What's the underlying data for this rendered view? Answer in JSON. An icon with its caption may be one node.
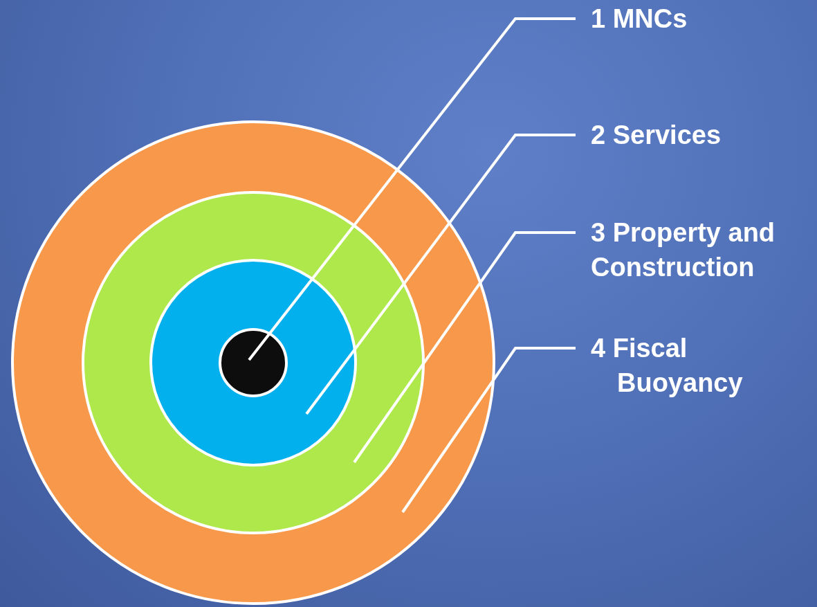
{
  "diagram": {
    "nodes": [
      {
        "text": [],
        "shape": "circle"
      },
      {
        "text": [],
        "shape": "circle",
        "in": 0
      },
      {
        "text": [],
        "shape": "circle",
        "in": 1
      },
      {
        "text": [],
        "shape": "circle",
        "in": 2
      },
      {
        "text": [
          "1 MNCs"
        ]
      },
      {
        "text": [
          "2 Services"
        ]
      },
      {
        "text": [
          "3 Property and Construction"
        ]
      },
      {
        "text": [
          "4 Fiscal Buoyancy"
        ]
      }
    ],
    "edges": [
      {
        "from": 4,
        "to": 3,
        "arrow": "none"
      },
      {
        "from": 5,
        "to": 2,
        "arrow": "none"
      },
      {
        "from": 6,
        "to": 1,
        "arrow": "none"
      },
      {
        "from": 7,
        "to": 0,
        "arrow": "none"
      }
    ]
  }
}
